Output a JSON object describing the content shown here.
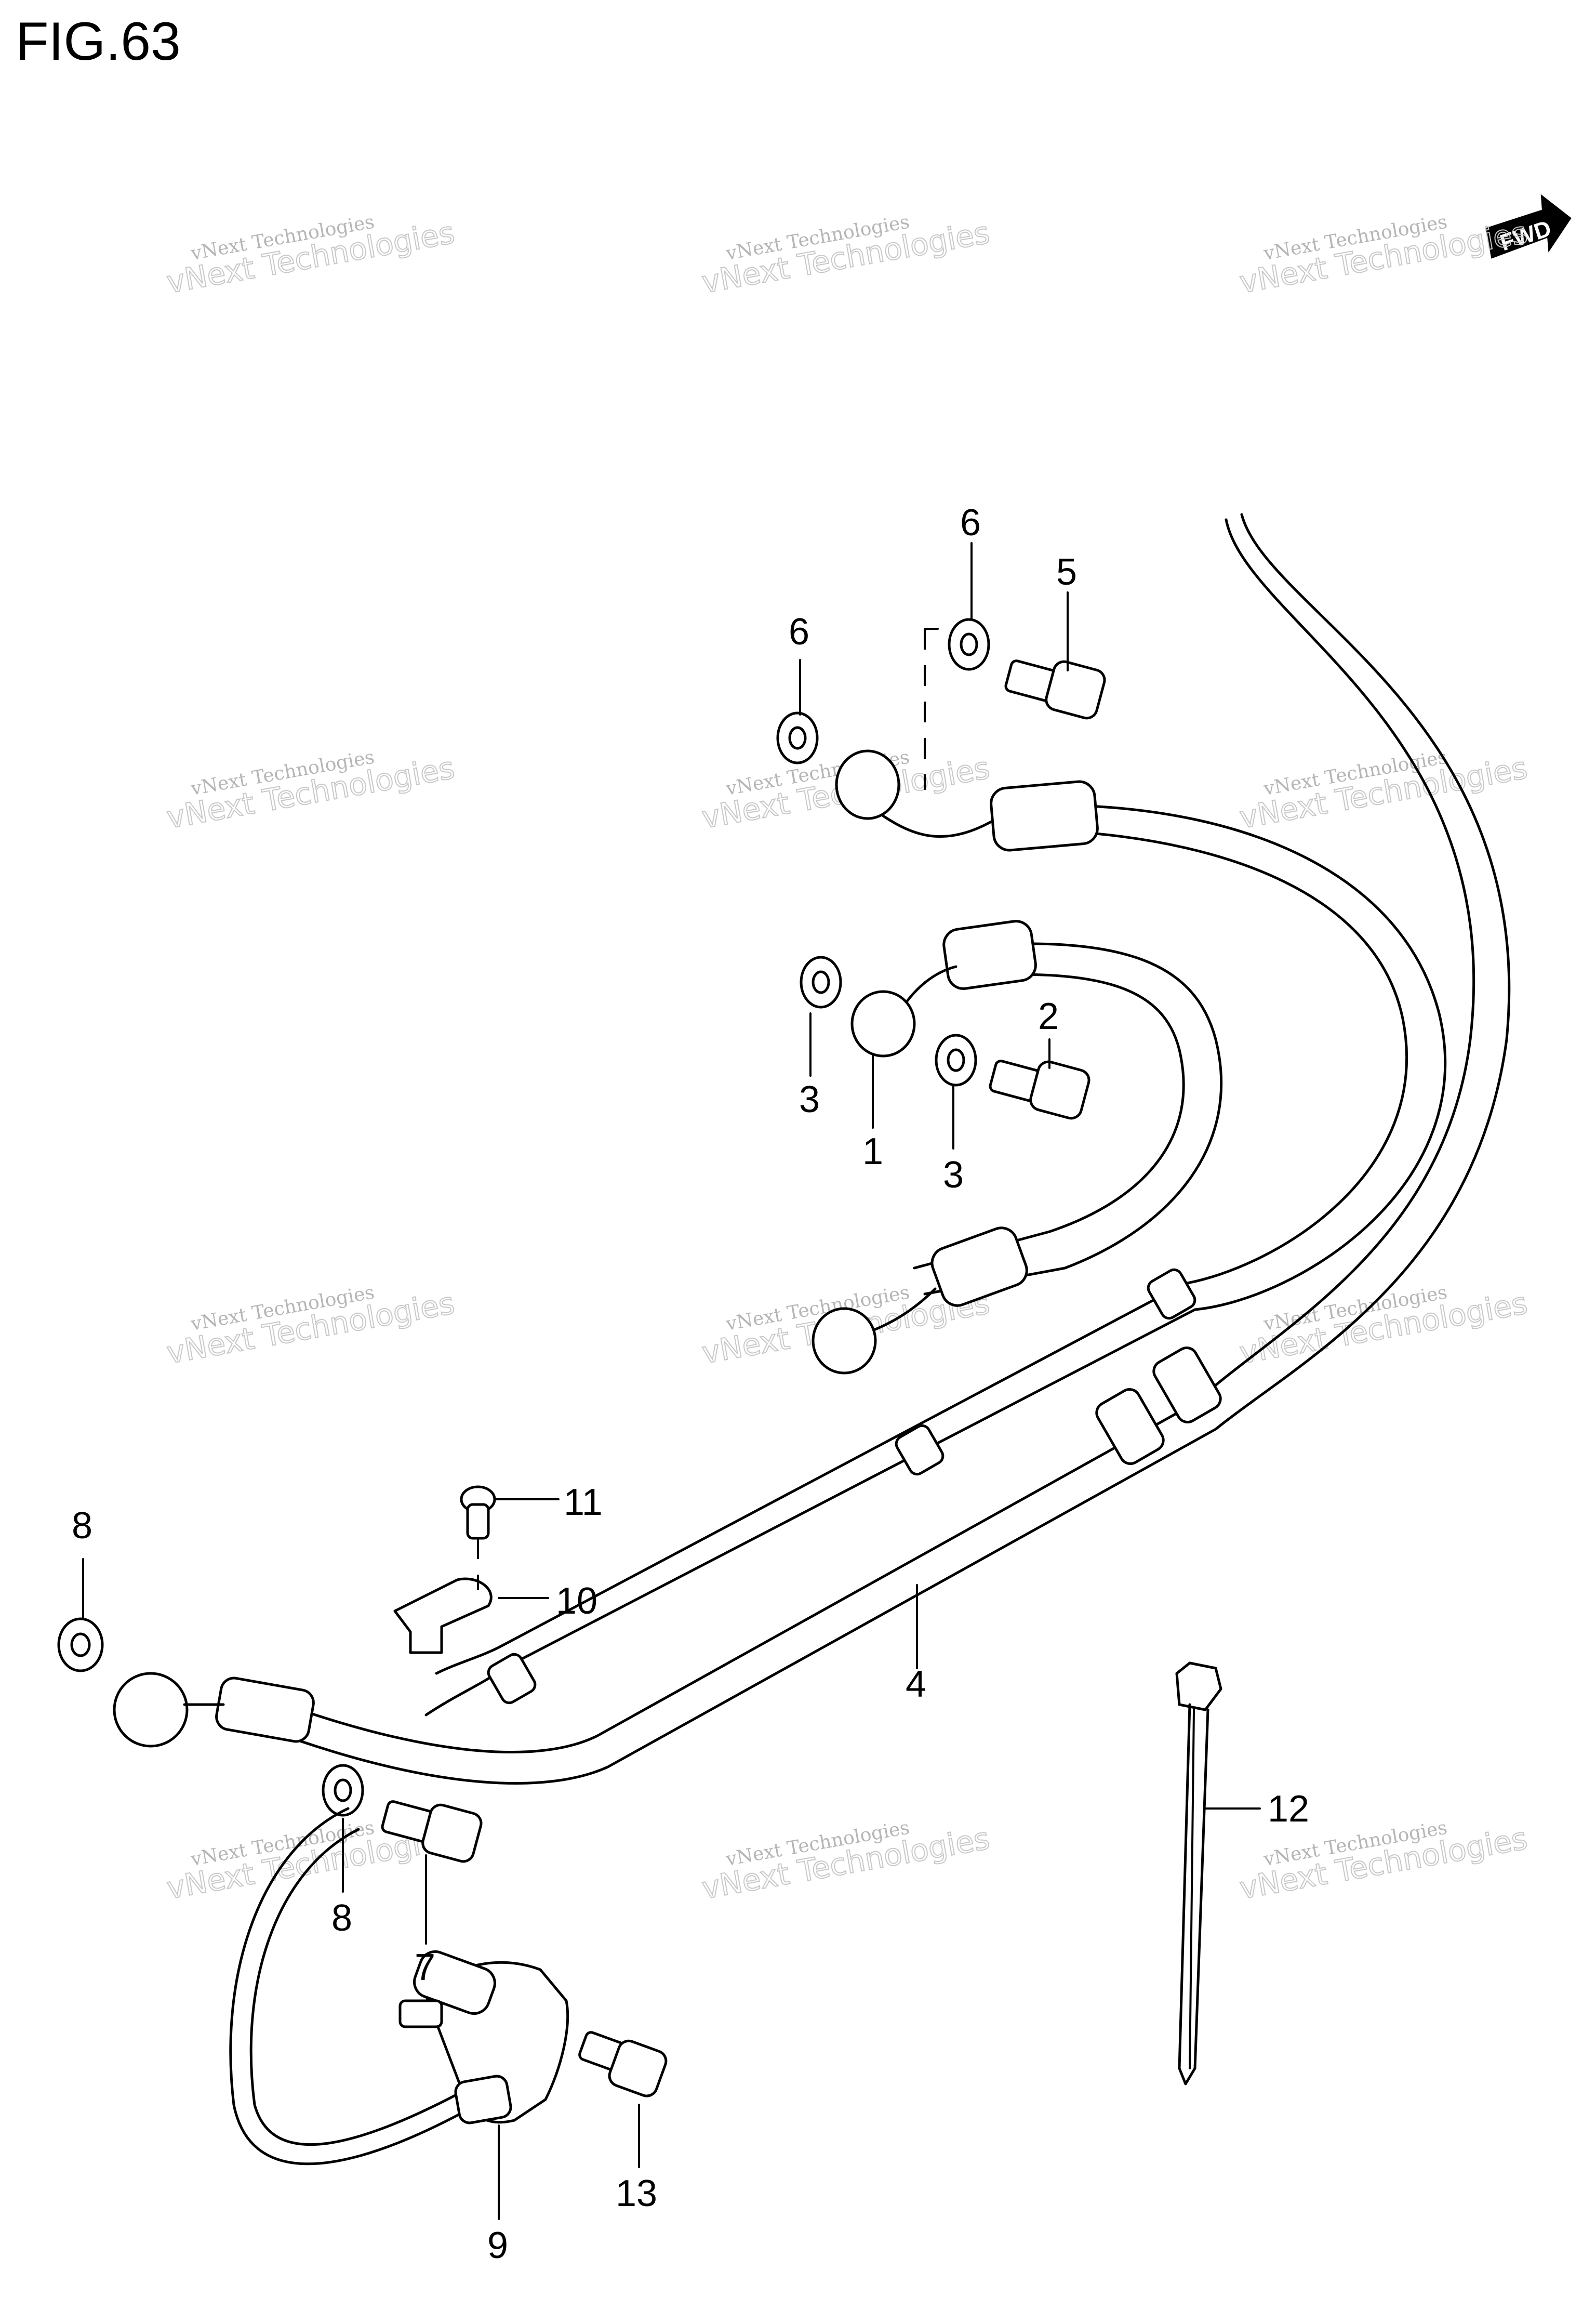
{
  "figure": {
    "title": "FIG.63",
    "fwd_label": "FWD"
  },
  "watermark": {
    "line1": "vNext Technologies",
    "line2": "vNext Technologies"
  },
  "callouts": {
    "p1": "1",
    "p2": "2",
    "p3a": "3",
    "p3b": "3",
    "p4": "4",
    "p5": "5",
    "p6a": "6",
    "p6b": "6",
    "p7": "7",
    "p8a": "8",
    "p8b": "8",
    "p9": "9",
    "p10": "10",
    "p11": "11",
    "p12": "12",
    "p13": "13"
  }
}
